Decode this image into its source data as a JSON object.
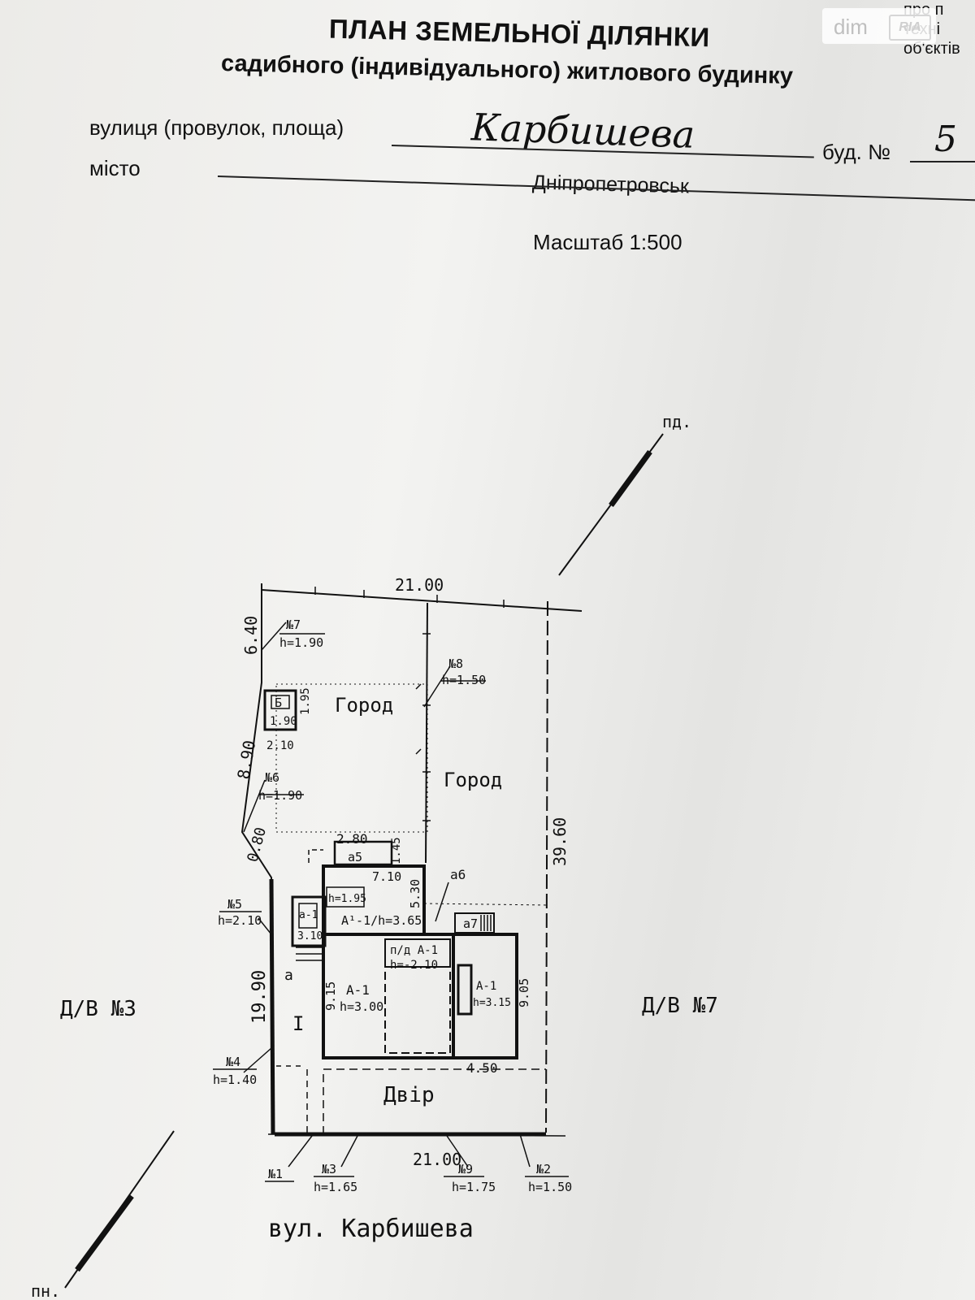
{
  "header": {
    "title": "ПЛАН ЗЕМЕЛЬНОЇ ДІЛЯНКИ",
    "subtitle": "садибного (індивідуального) житлового будинку",
    "street_label": "вулиця (провулок, площа)",
    "street_value": "Карбишева",
    "building_label": "буд. №",
    "building_value": "5",
    "city_label": "місто",
    "city_value": "Дніпропетровськ",
    "scale": "Масштаб 1:500"
  },
  "corner_text": [
    "про п",
    "техні",
    "об'єктів"
  ],
  "watermark": {
    "text": "dim",
    "badge": "RIA"
  },
  "plan": {
    "north_label": "пд.",
    "south_label": "пн.",
    "top_dimension": "21.00",
    "bottom_dimension": "21.00",
    "right_dimension": "39.60",
    "left_dim_top": "6.40",
    "left_dim_mid": "8.90",
    "left_dim_lower": "0.80",
    "left_dim_bottom": "19.90",
    "garden_1": "Город",
    "garden_2": "Город",
    "yard": "Двір",
    "plot_number": "I",
    "neighbor_left": "Д/В №3",
    "neighbor_right": "Д/В №7",
    "street_name": "вул. Карбишева",
    "fences": [
      {
        "id": "№7",
        "h": "h=1.90"
      },
      {
        "id": "№8",
        "h": "h=1.50"
      },
      {
        "id": "№6",
        "h": "h=1.90"
      },
      {
        "id": "№5",
        "h": "h=2.10"
      },
      {
        "id": "№4",
        "h": "h=1.40"
      },
      {
        "id": "№1",
        "h": ""
      },
      {
        "id": "№3",
        "h": "h=1.65"
      },
      {
        "id": "№9",
        "h": "h=1.75"
      },
      {
        "id": "№2",
        "h": "h=1.50"
      }
    ],
    "buildings": {
      "b_label": "Б",
      "b_h": "1.90",
      "b_side": "1.95",
      "b_width": "2.10",
      "a5": "а5",
      "a5_width": "2.80",
      "a5_depth": "1.45",
      "a1_width": "7.10",
      "a1_depth": "5.30",
      "a1_h_small": "h=1.95",
      "a1_label": "А¹-1/h=3.65",
      "a6": "а6",
      "a7": "а7",
      "a1_small": "а-1",
      "a1_small_dim": "3.10",
      "a_label": "а",
      "main_label": "А-1",
      "main_h": "h=3.00",
      "main_side": "9.15",
      "cellar_label": "п/д А-1",
      "cellar_h": "h=-2.10",
      "right_label": "А-1",
      "right_h": "h=3.15",
      "right_side": "9.05",
      "bottom_width": "4.50"
    }
  }
}
